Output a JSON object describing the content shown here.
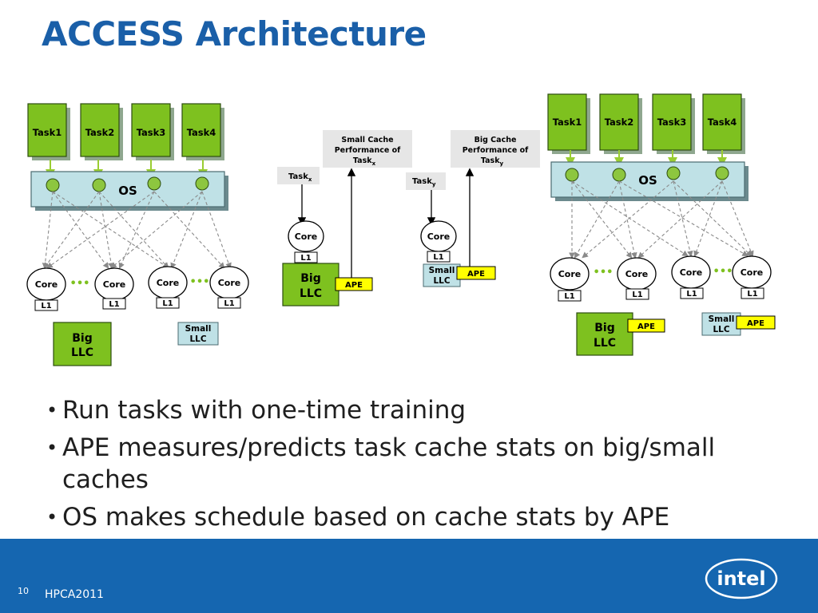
{
  "slide": {
    "title": "ACCESS Architecture",
    "bullets": [
      "Run tasks with one-time training",
      "APE measures/predicts task cache stats on big/small caches",
      "OS makes schedule based on cache stats by APE"
    ],
    "page_number": "10",
    "conference": "HPCA2011",
    "logo_text": "intel"
  },
  "diagram": {
    "task_labels": [
      "Task1",
      "Task2",
      "Task3",
      "Task4"
    ],
    "os_label": "OS",
    "core_label": "Core",
    "l1_label": "L1",
    "big_llc_label": [
      "Big",
      "LLC"
    ],
    "small_llc_label": [
      "Small",
      "LLC"
    ],
    "ape_label": "APE",
    "ellipsis": "•••",
    "task_x": "Task",
    "task_x_sub": "x",
    "task_y": "Task",
    "task_y_sub": "y",
    "small_cache_perf": [
      "Small Cache",
      "Performance of",
      "Task"
    ],
    "big_cache_perf": [
      "Big Cache",
      "Performance of",
      "Task"
    ],
    "colors": {
      "task_green": "#7ec11f",
      "os_blue": "#bfe1e6",
      "small_llc_blue": "#bfe1e6",
      "ape_yellow": "#ffff00",
      "title_blue": "#1a5fa8",
      "footer_blue": "#1566b0"
    }
  }
}
